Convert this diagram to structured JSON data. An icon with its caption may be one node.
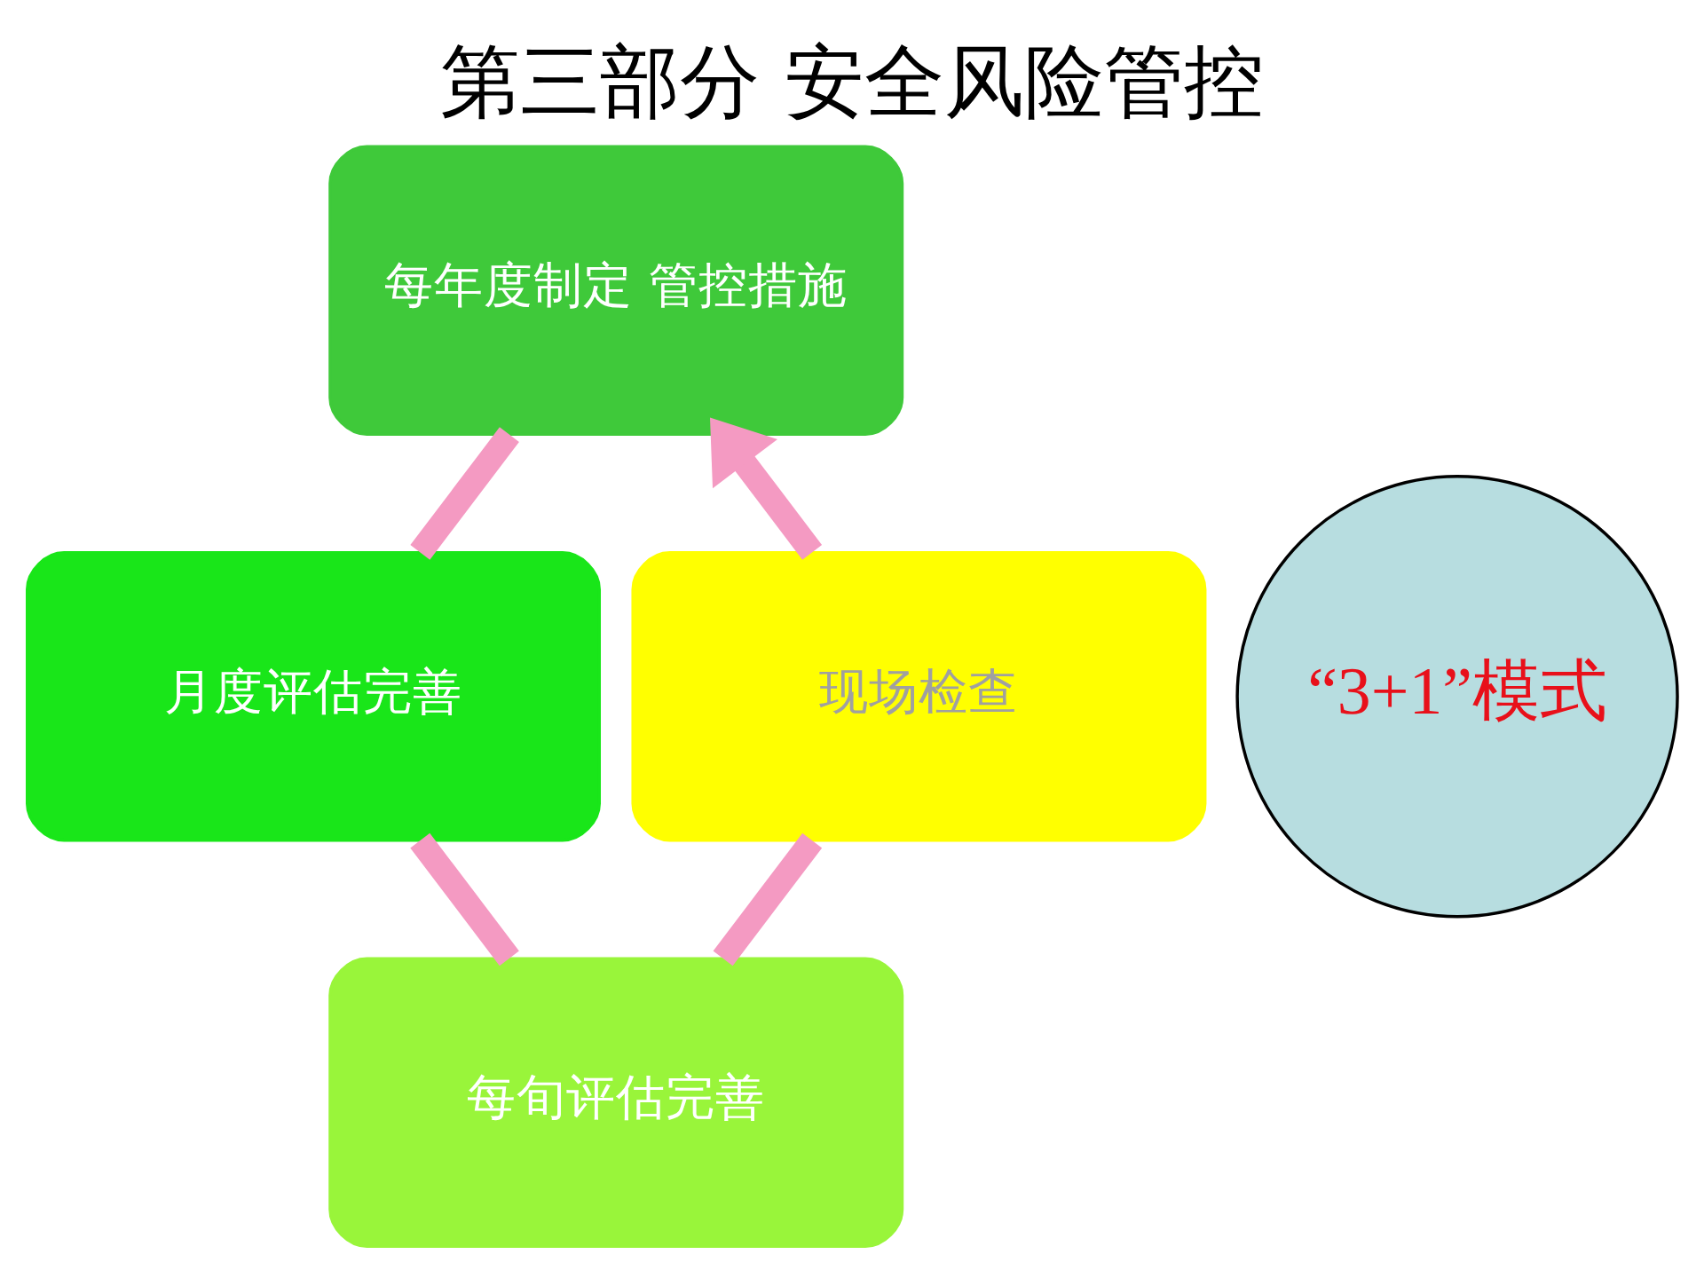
{
  "diagram": {
    "title": "第三部分 安全风险管控",
    "nodes": [
      {
        "text": [
          "每年度制定 管控措施"
        ]
      },
      {
        "text": [
          "月度评估完善"
        ]
      },
      {
        "text": [
          "每旬评估完善"
        ]
      },
      {
        "text": [
          "现场检查"
        ]
      },
      {
        "text": [
          "“3+1”模式"
        ]
      }
    ],
    "edges": [
      {
        "from": 0,
        "to": 1,
        "arrow": "none"
      },
      {
        "from": 1,
        "to": 2,
        "arrow": "none"
      },
      {
        "from": 2,
        "to": 3,
        "arrow": "none"
      },
      {
        "from": 3,
        "to": 0,
        "arrow": "to"
      }
    ]
  }
}
